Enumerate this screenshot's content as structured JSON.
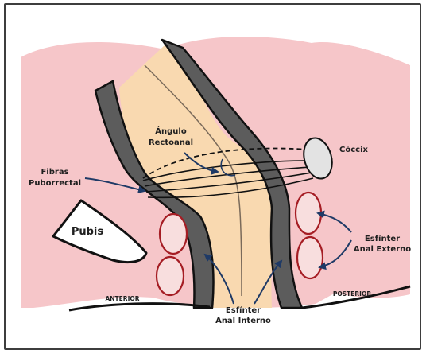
{
  "labels": {
    "angulo_line1": "Ángulo",
    "angulo_line2": "Rectoanal",
    "coccix": "Cóccix",
    "fibras_line1": "Fibras",
    "fibras_line2": "Puborrectal",
    "pubis": "Pubis",
    "esf_externo_line1": "Esfínter",
    "esf_externo_line2": "Anal Externo",
    "esf_interno_line1": "Esfínter",
    "esf_interno_line2": "Anal Interno",
    "anterior": "ANTERIOR",
    "posterior": "POSTERIOR"
  },
  "colors": {
    "background_tissue": "#f6c6c9",
    "canal_fill": "#f9d9b0",
    "wall_gray": "#5c5c5c",
    "outline": "#111111",
    "sphincter_ring": "#a51d24",
    "sphincter_fill": "#f8dede",
    "arrow_blue": "#1f3a66",
    "coccyx_fill": "#e3e3e3"
  }
}
